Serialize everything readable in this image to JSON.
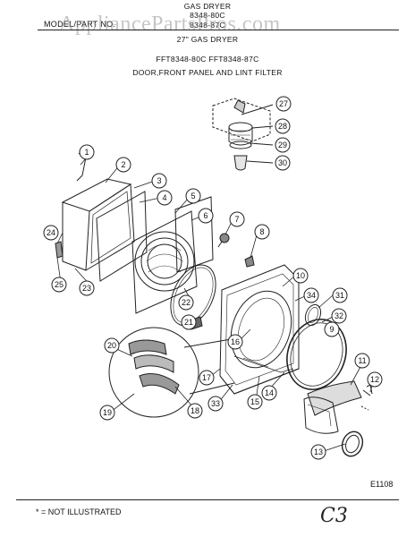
{
  "header": {
    "line1": "GAS DRYER",
    "line2": "8348-80C",
    "line3": "8348-87C",
    "model_label": "MODEL/PART NO.",
    "watermark": "AppliancePartsPros.com",
    "title": "27\" GAS DRYER",
    "models": "FFT8348-80C  FFT8348-87C",
    "section": "DOOR,FRONT PANEL AND LINT FILTER"
  },
  "callouts": [
    "1",
    "2",
    "3",
    "4",
    "5",
    "6",
    "7",
    "8",
    "9",
    "10",
    "11",
    "12",
    "13",
    "14",
    "15",
    "16",
    "17",
    "18",
    "19",
    "20",
    "21",
    "22",
    "23",
    "24",
    "25",
    "27",
    "28",
    "29",
    "30",
    "31",
    "32",
    "33",
    "34"
  ],
  "footer": {
    "diagram_code": "E1108",
    "note": "* = NOT ILLUSTRATED",
    "handwritten": "C3"
  },
  "colors": {
    "ink": "#111111",
    "paper": "#ffffff"
  }
}
